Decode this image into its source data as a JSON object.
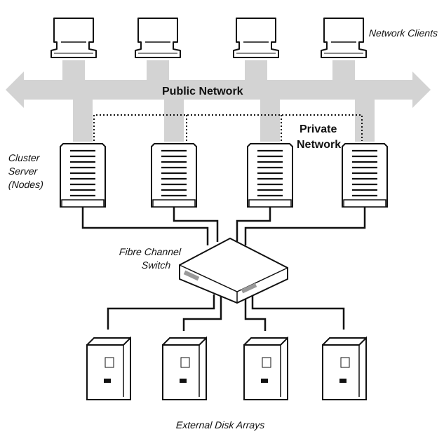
{
  "labels": {
    "network_clients": "Network Clients",
    "public_network": "Public Network",
    "private_network_line1": "Private",
    "private_network_line2": "Network",
    "cluster_line1": "Cluster",
    "cluster_line2": "Server",
    "cluster_line3": "(Nodes)",
    "fc_line1": "Fibre Channel",
    "fc_line2": "Switch",
    "disk_arrays": "External Disk Arrays"
  },
  "colors": {
    "network_fill": "#d3d3d3",
    "line": "#111111"
  },
  "clients": [
    "client",
    "client",
    "client",
    "client"
  ],
  "servers": [
    "server",
    "server",
    "server",
    "server"
  ],
  "disks": [
    "disk",
    "disk",
    "disk",
    "disk"
  ]
}
